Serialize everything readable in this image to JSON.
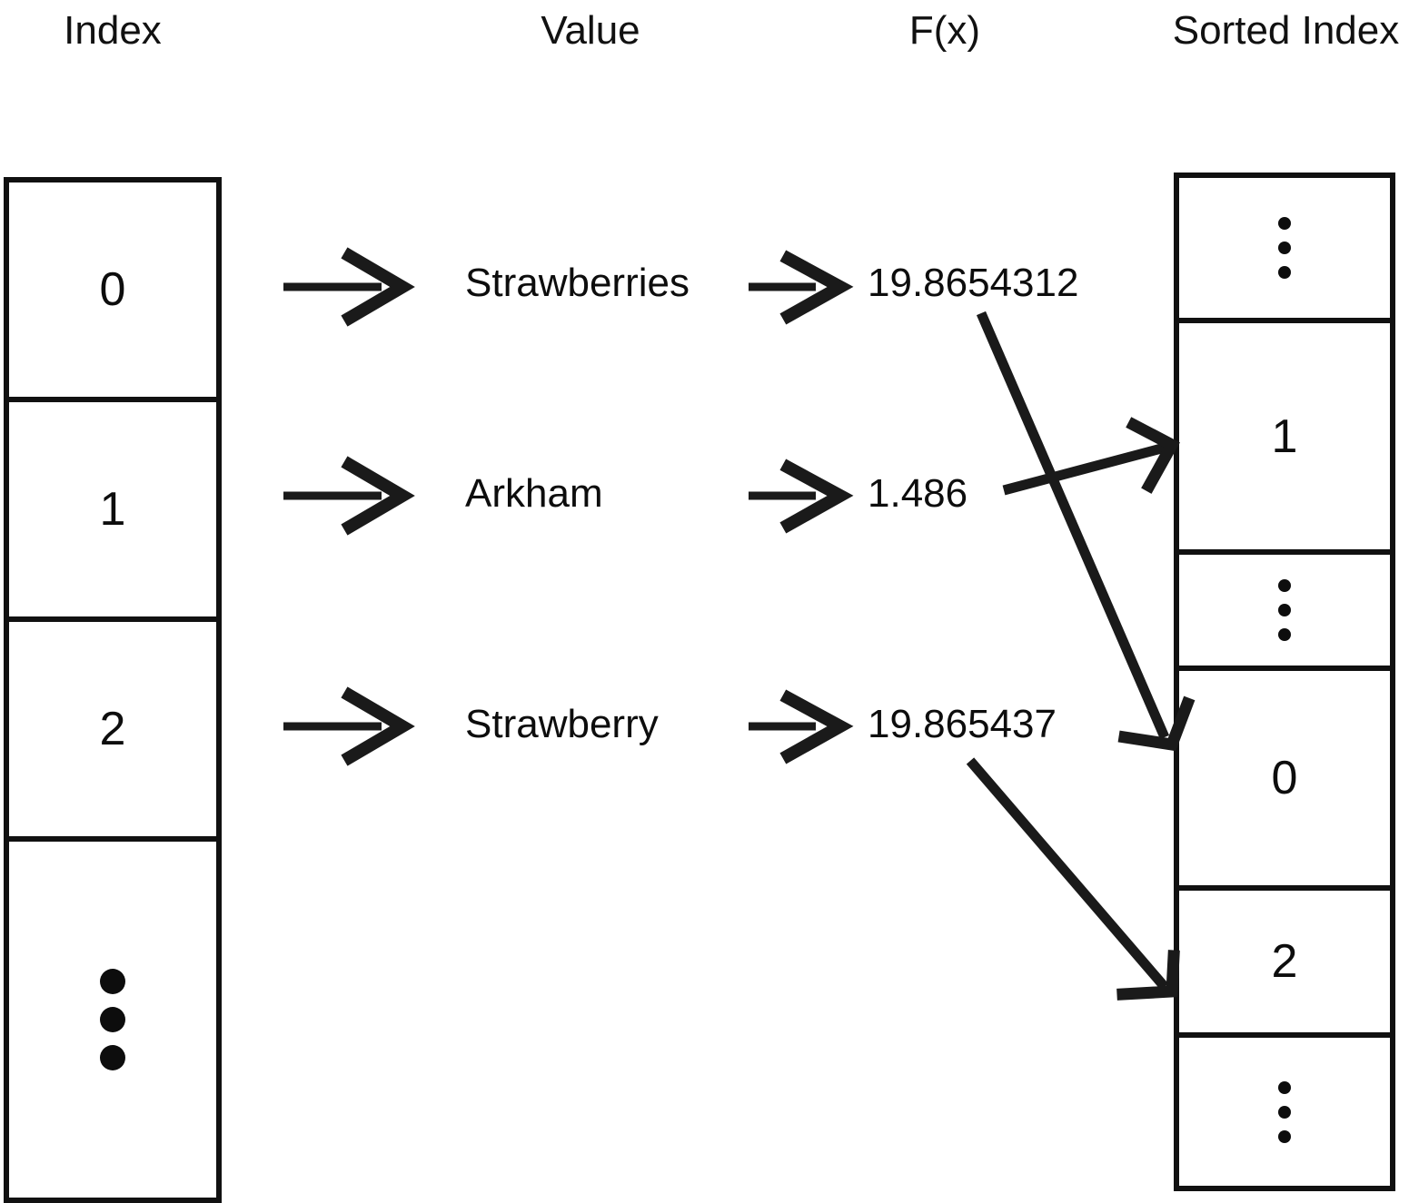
{
  "headers": {
    "index": "Index",
    "value": "Value",
    "fx": "F(x)",
    "sorted_index": "Sorted Index"
  },
  "index_table": {
    "name": "Index",
    "cells": [
      {
        "text": "0",
        "kind": "value"
      },
      {
        "text": "1",
        "kind": "value"
      },
      {
        "text": "2",
        "kind": "value"
      },
      {
        "text": "⋮",
        "kind": "ellipsis-large"
      }
    ]
  },
  "rows": [
    {
      "index": "0",
      "value": "Strawberries",
      "fx": "19.8654312"
    },
    {
      "index": "1",
      "value": "Arkham",
      "fx": "1.486"
    },
    {
      "index": "2",
      "value": "Strawberry",
      "fx": "19.865437"
    }
  ],
  "sorted_table": {
    "name": "Sorted Index",
    "cells": [
      {
        "text": "⋮",
        "kind": "ellipsis-small"
      },
      {
        "text": "1",
        "kind": "value"
      },
      {
        "text": "⋮",
        "kind": "ellipsis-small"
      },
      {
        "text": "0",
        "kind": "value"
      },
      {
        "text": "2",
        "kind": "value"
      },
      {
        "text": "⋮",
        "kind": "ellipsis-small"
      }
    ]
  },
  "connectors": [
    {
      "from": "fx-0",
      "to": "sorted-cell-0",
      "label": "19.8654312 maps to sorted slot 0"
    },
    {
      "from": "fx-1",
      "to": "sorted-cell-1",
      "label": "1.486 maps to sorted slot 1"
    },
    {
      "from": "fx-2",
      "to": "sorted-cell-2",
      "label": "19.865437 maps to sorted slot 2"
    }
  ],
  "colors": {
    "ink": "#111111",
    "background": "#ffffff"
  }
}
